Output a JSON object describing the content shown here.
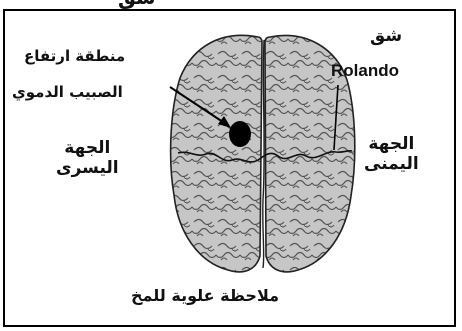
{
  "labels": {
    "top": "شق",
    "bp_line1": "منطقة ارتفاع",
    "bp_line2": "الصبيب الدموي",
    "fissure_ar": "شق",
    "fissure_en": "Rolando",
    "left_line1": "الجهة",
    "left_line2": "اليسرى",
    "right_line1": "الجهة",
    "right_line2": "اليمنى",
    "caption": "ملاحظة علوية للمخ"
  },
  "colors": {
    "brain_fill": "#c4c4c4",
    "outline": "#222222",
    "spot": "#000000"
  }
}
